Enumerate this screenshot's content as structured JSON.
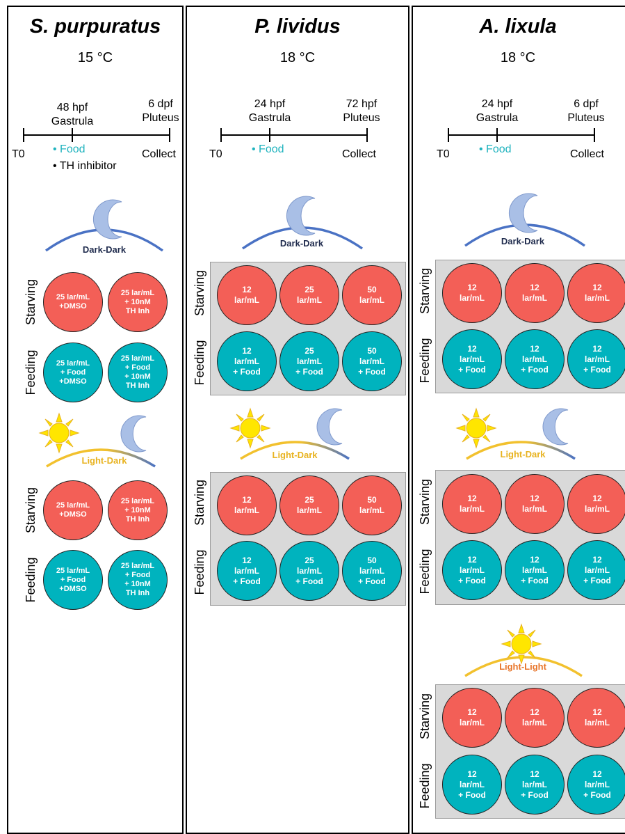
{
  "panels": [
    {
      "species": "S. purpuratus",
      "temperature": "15 °C",
      "timeline": {
        "t0": "T0",
        "mid_line1": "48 hpf",
        "mid_line2": "Gastrula",
        "end_line1": "6 dpf",
        "end_line2": "Pluteus",
        "collect": "Collect",
        "food": "• Food",
        "inhibitor": "• TH inhibitor"
      },
      "dark_dark": {
        "label": "Dark-Dark",
        "starving_label": "Starving",
        "feeding_label": "Feeding",
        "starving": [
          "25 lar/mL\n+DMSO",
          "25 lar/mL\n+ 10nM\nTH Inh"
        ],
        "feeding": [
          "25 lar/mL\n+ Food\n+DMSO",
          "25 lar/mL\n+ Food\n+ 10nM\nTH Inh"
        ]
      },
      "light_dark": {
        "label": "Light-Dark",
        "starving_label": "Starving",
        "feeding_label": "Feeding",
        "starving": [
          "25 lar/mL\n+DMSO",
          "25 lar/mL\n+ 10nM\nTH Inh"
        ],
        "feeding": [
          "25 lar/mL\n+ Food\n+DMSO",
          "25 lar/mL\n+ Food\n+ 10nM\nTH Inh"
        ]
      }
    },
    {
      "species": "P. lividus",
      "temperature": "18 °C",
      "timeline": {
        "t0": "T0",
        "mid_line1": "24 hpf",
        "mid_line2": "Gastrula",
        "end_line1": "72 hpf",
        "end_line2": "Pluteus",
        "collect": "Collect",
        "food": "• Food"
      },
      "dark_dark": {
        "label": "Dark-Dark",
        "starving_label": "Starving",
        "feeding_label": "Feeding",
        "starving": [
          "12\nlar/mL",
          "25\nlar/mL",
          "50\nlar/mL"
        ],
        "feeding": [
          "12\nlar/mL\n+ Food",
          "25\nlar/mL\n+ Food",
          "50\nlar/mL\n+ Food"
        ]
      },
      "light_dark": {
        "label": "Light-Dark",
        "starving_label": "Starving",
        "feeding_label": "Feeding",
        "starving": [
          "12\nlar/mL",
          "25\nlar/mL",
          "50\nlar/mL"
        ],
        "feeding": [
          "12\nlar/mL\n+ Food",
          "25\nlar/mL\n+ Food",
          "50\nlar/mL\n+ Food"
        ]
      }
    },
    {
      "species": "A. lixula",
      "temperature": "18 °C",
      "timeline": {
        "t0": "T0",
        "mid_line1": "24 hpf",
        "mid_line2": "Gastrula",
        "end_line1": "6 dpf",
        "end_line2": "Pluteus",
        "collect": "Collect",
        "food": "• Food"
      },
      "dark_dark": {
        "label": "Dark-Dark",
        "starving_label": "Starving",
        "feeding_label": "Feeding",
        "starving": [
          "12\nlar/mL",
          "12\nlar/mL",
          "12\nlar/mL"
        ],
        "feeding": [
          "12\nlar/mL\n+ Food",
          "12\nlar/mL\n+ Food",
          "12\nlar/mL\n+ Food"
        ]
      },
      "light_dark": {
        "label": "Light-Dark",
        "starving_label": "Starving",
        "feeding_label": "Feeding",
        "starving": [
          "12\nlar/mL",
          "12\nlar/mL",
          "12\nlar/mL"
        ],
        "feeding": [
          "12\nlar/mL\n+ Food",
          "12\nlar/mL\n+ Food",
          "12\nlar/mL\n+ Food"
        ]
      },
      "light_light": {
        "label": "Light-Light",
        "starving_label": "Starving",
        "feeding_label": "Feeding",
        "starving": [
          "12\nlar/mL",
          "12\nlar/mL",
          "12\nlar/mL"
        ],
        "feeding": [
          "12\nlar/mL\n+ Food",
          "12\nlar/mL\n+ Food",
          "12\nlar/mL\n+ Food"
        ]
      }
    }
  ],
  "colors": {
    "starving_well": "#f35f57",
    "feeding_well": "#00b3be",
    "food_text": "#1fb3be",
    "arc_blue": "#4a72c4",
    "arc_yellow": "#f2c12e",
    "moon": "#a9bfe6",
    "sun": "#ffe600",
    "plate": "#d9d9d9"
  },
  "icons": [
    "moon-icon",
    "sun-icon"
  ]
}
